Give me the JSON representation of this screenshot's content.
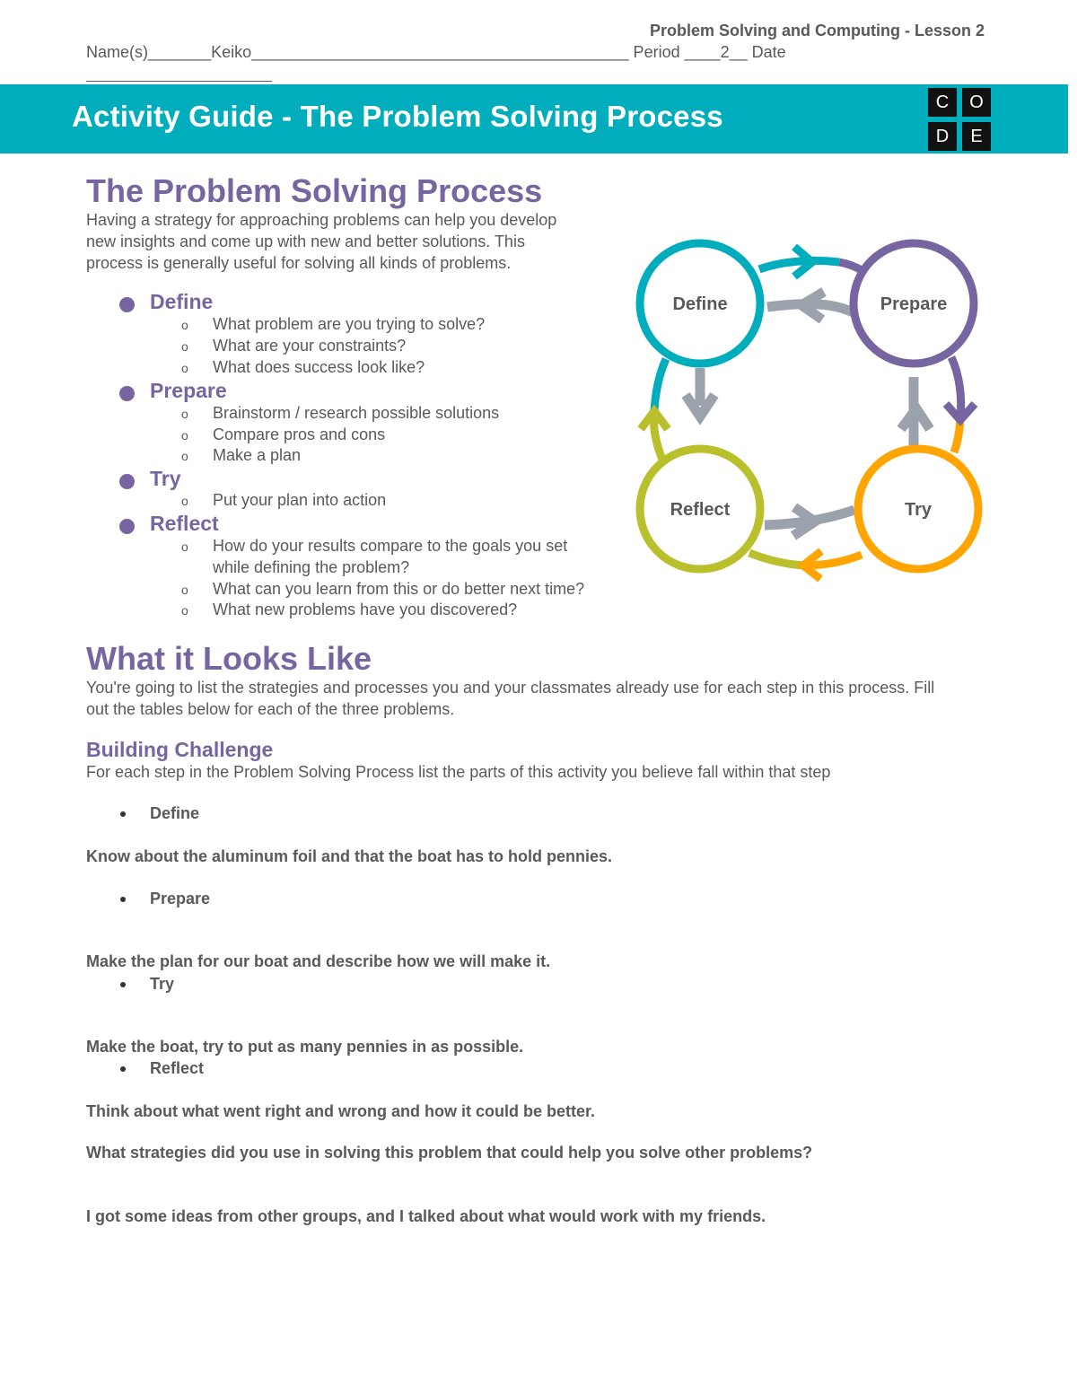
{
  "header": {
    "lesson": "Problem Solving and Computing - Lesson 2",
    "name_line": "Name(s)_______Keiko__________________________________________ Period ____2__ Date",
    "banner_title": "Activity Guide - The Problem Solving Process",
    "logo": [
      "C",
      "O",
      "D",
      "E"
    ]
  },
  "section1": {
    "title": "The Problem Solving Process",
    "intro": [
      "Having a strategy for approaching problems can help you develop",
      "new insights and come up with new and better solutions. This",
      "process is generally useful for solving all kinds of problems."
    ],
    "steps": [
      {
        "label": "Define",
        "items": [
          "What problem are you trying to solve?",
          "What are your constraints?",
          "What does success look like?"
        ]
      },
      {
        "label": "Prepare",
        "items": [
          "Brainstorm / research possible solutions",
          "Compare pros and cons",
          "Make a plan"
        ]
      },
      {
        "label": "Try",
        "items": [
          "Put your plan into action"
        ]
      },
      {
        "label": "Reflect",
        "items": [
          "How do your results compare to the goals you set",
          "while defining the problem?",
          "What can you learn from this or do better next time?",
          "What new problems have you discovered?"
        ]
      }
    ],
    "bullet_o": "o"
  },
  "diagram": {
    "nodes": [
      "Define",
      "Prepare",
      "Reflect",
      "Try"
    ],
    "colors": {
      "define": "#00adbc",
      "prepare": "#7665a0",
      "reflect": "#b9c02b",
      "try": "#ffa400",
      "gray": "#9ba2ab"
    }
  },
  "section2": {
    "title": "What it Looks Like",
    "intro": [
      "You're going to list the strategies and processes you and your classmates already use for each step in this process. Fill",
      "out the tables below for each of the three problems."
    ],
    "subtitle": "Building Challenge",
    "instruction": "For each step in the Problem Solving Process list the parts of this activity you believe fall within that step",
    "steps": [
      {
        "label": "Define",
        "answer": "Know about the aluminum foil and that the boat has to hold pennies."
      },
      {
        "label": "Prepare",
        "answer": "Make the plan for our boat and describe how we will make it."
      },
      {
        "label": "Try",
        "answer": "Make the boat, try to put as many pennies in as possible."
      },
      {
        "label": "Reflect",
        "answer": "Think about what went right and wrong and how it could be better."
      }
    ],
    "question": "What strategies did you use in solving this problem that could help you solve other problems?",
    "final_answer": "I got some ideas from other groups, and I talked about what would work with my friends."
  }
}
